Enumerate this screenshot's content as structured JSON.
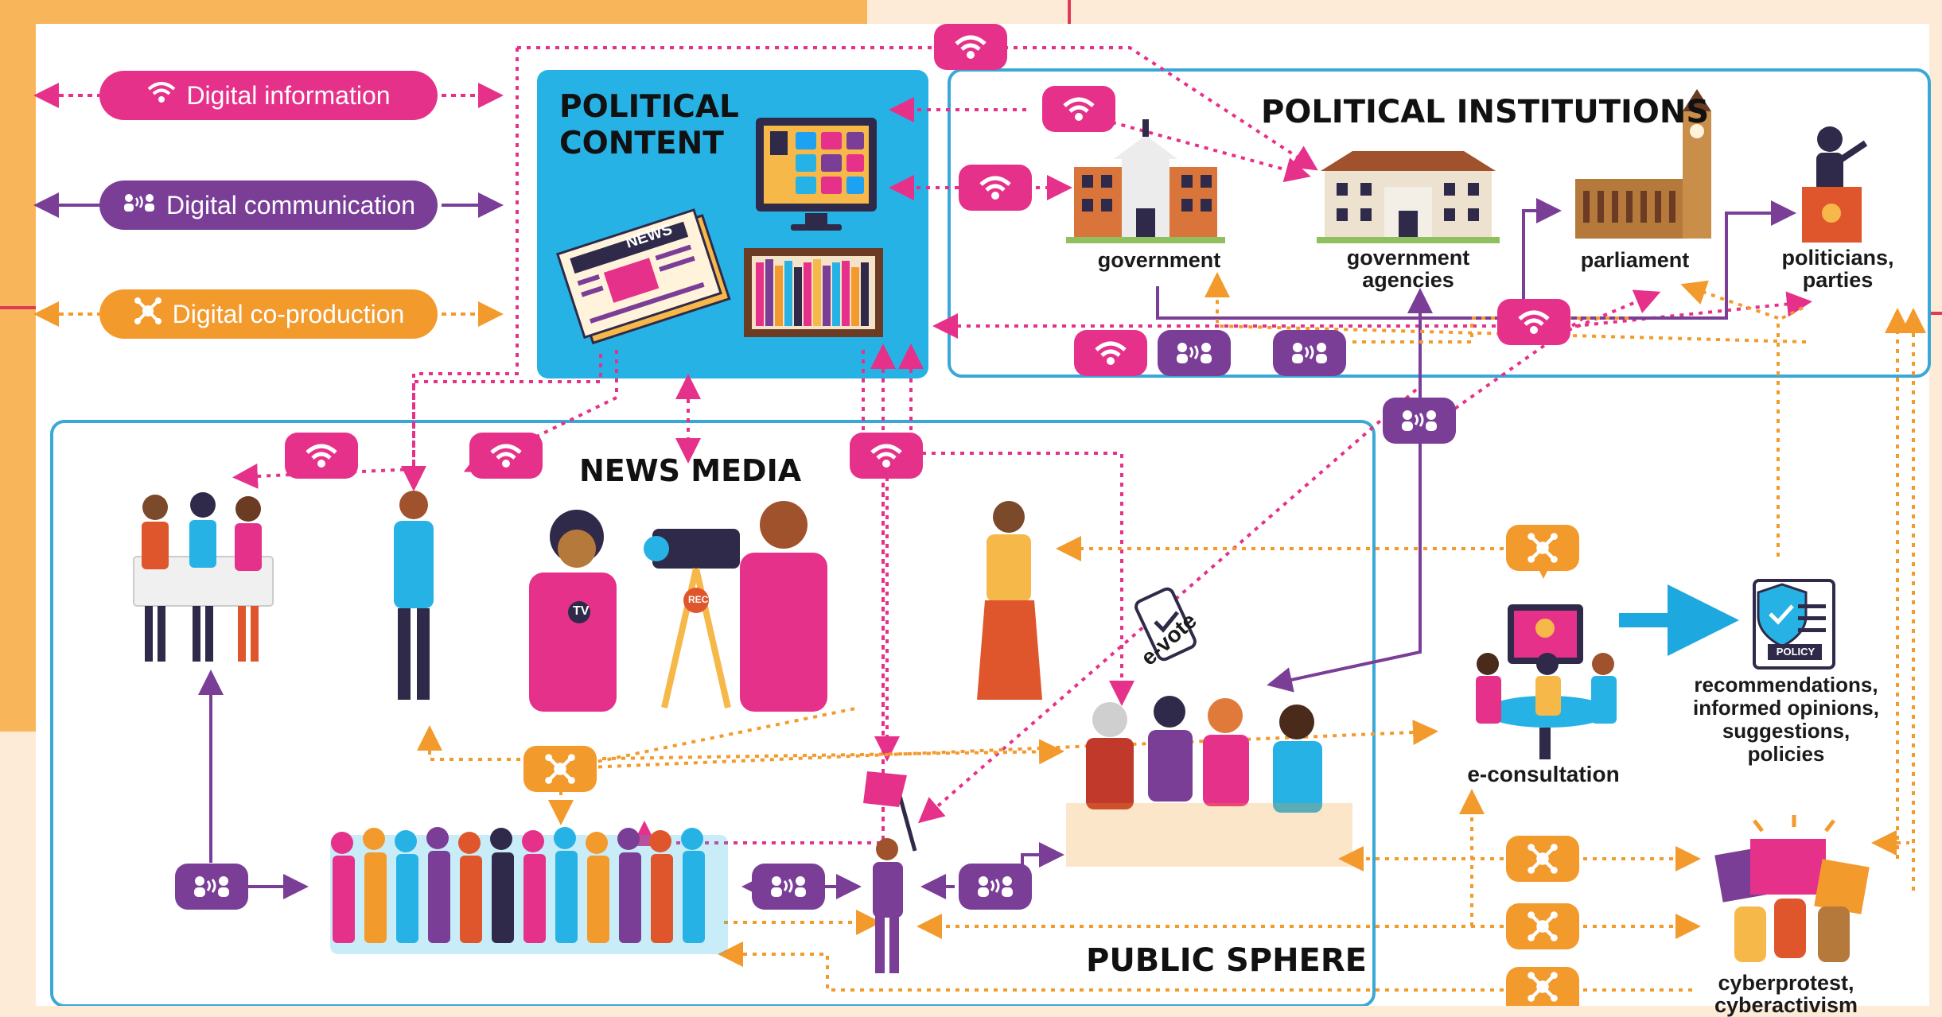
{
  "legend": {
    "digital_information": "Digital information",
    "digital_communication": "Digital communication",
    "digital_coproduction": "Digital co-production"
  },
  "sections": {
    "political_content": "POLITICAL\nCONTENT",
    "political_content_line1": "POLITICAL",
    "political_content_line2": "CONTENT",
    "political_institutions": "POLITICAL INSTITUTIONS",
    "news_media": "NEWS MEDIA",
    "public_sphere": "PUBLIC SPHERE"
  },
  "institutions": {
    "government": "government",
    "agencies_line1": "government",
    "agencies_line2": "agencies",
    "parliament": "parliament",
    "politicians_line1": "politicians,",
    "politicians_line2": "parties"
  },
  "labels": {
    "evote": "e-vote",
    "econsultation": "e-consultation",
    "policy_doc": "POLICY",
    "news_paper": "NEWS",
    "tv_mic": "TV",
    "rec": "REC",
    "outcomes_1": "recommendations,",
    "outcomes_2": "informed opinions,",
    "outcomes_3": "suggestions,",
    "outcomes_4": "policies",
    "cyber_1": "cyberprotest,",
    "cyber_2": "cyberactivism"
  },
  "colors": {
    "information": "#e6318a",
    "communication": "#7a3e97",
    "coproduction": "#f39a2d",
    "content_box": "#27b2e6",
    "frame": "#3aa8d6",
    "policy_arrow": "#1ea8e0"
  },
  "icons": {
    "information": "wifi-icon",
    "communication": "people-talking-icon",
    "coproduction": "coproduction-star-icon"
  }
}
